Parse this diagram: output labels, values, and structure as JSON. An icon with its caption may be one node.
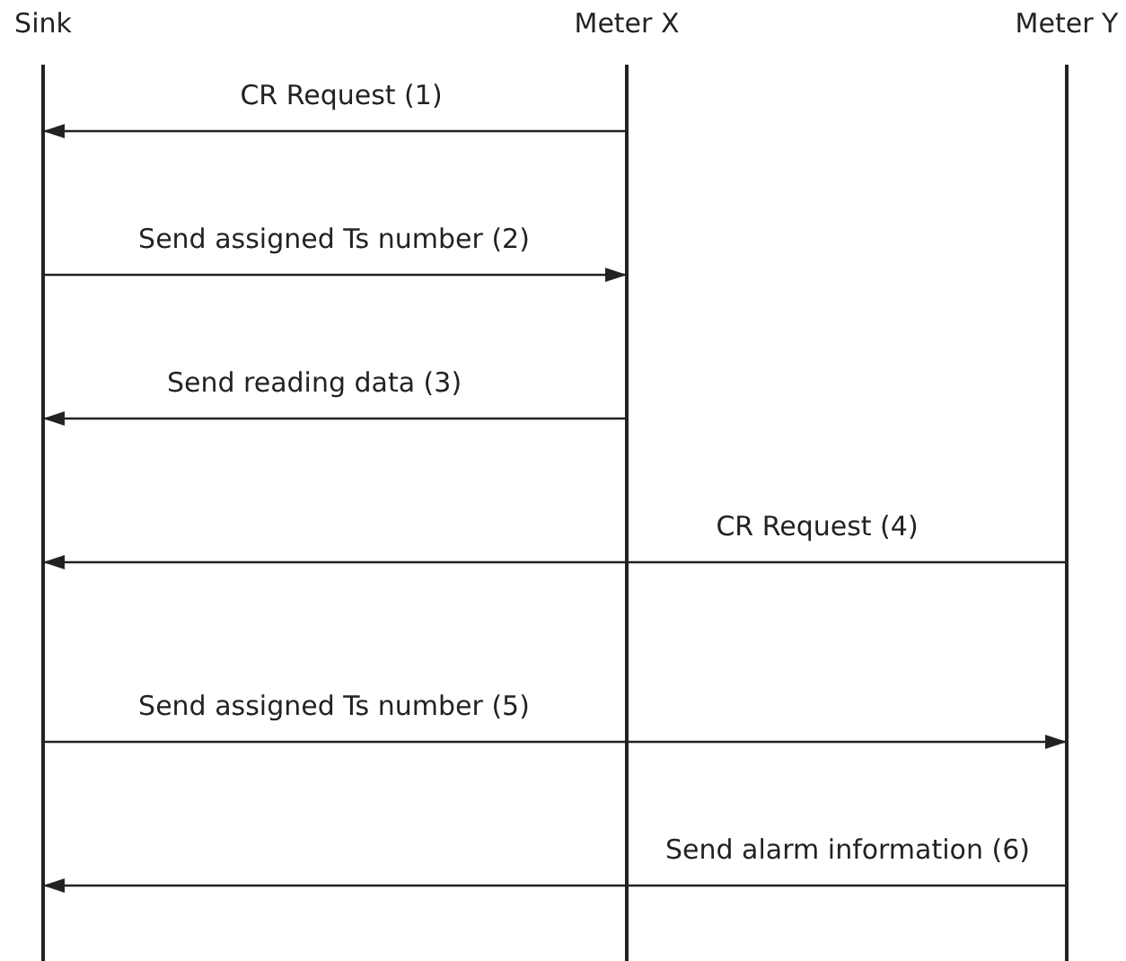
{
  "diagram": {
    "nodes": [
      {
        "text": [
          "Sink"
        ]
      },
      {
        "text": [
          "Meter X"
        ]
      },
      {
        "text": [
          "Meter Y"
        ]
      }
    ],
    "edges": [
      {
        "from": 1,
        "to": 0,
        "arrow": "to",
        "label": "CR Request  (1)"
      },
      {
        "from": 0,
        "to": 1,
        "arrow": "to",
        "label": "Send assigned Ts number  (2)"
      },
      {
        "from": 1,
        "to": 0,
        "arrow": "to",
        "label": "Send reading data (3)"
      },
      {
        "from": 2,
        "to": 0,
        "arrow": "to",
        "label": "CR Request (4)"
      },
      {
        "from": 0,
        "to": 2,
        "arrow": "to",
        "label": "Send assigned Ts number (5)"
      },
      {
        "from": 2,
        "to": 0,
        "arrow": "to",
        "label": "Send alarm information (6)"
      }
    ]
  }
}
